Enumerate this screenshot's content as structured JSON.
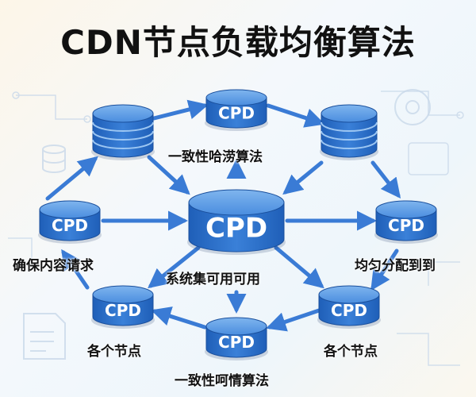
{
  "title": "CDN节点负载均衡算法",
  "colors": {
    "node_body": "#2f6fc8",
    "node_top": "#5a9be6",
    "arrow": "#3a7bd5",
    "text": "#111111"
  },
  "nodes": [
    {
      "id": "top",
      "label": "CPD",
      "kind": "disk"
    },
    {
      "id": "upper-left",
      "label": "",
      "kind": "stack"
    },
    {
      "id": "upper-right",
      "label": "",
      "kind": "stack"
    },
    {
      "id": "center",
      "label": "CPD",
      "kind": "disk"
    },
    {
      "id": "left",
      "label": "CPD",
      "kind": "disk"
    },
    {
      "id": "right",
      "label": "CPD",
      "kind": "disk"
    },
    {
      "id": "lower-left",
      "label": "CPD",
      "kind": "disk"
    },
    {
      "id": "lower-right",
      "label": "CPD",
      "kind": "disk"
    },
    {
      "id": "bottom",
      "label": "CPD",
      "kind": "disk"
    }
  ],
  "labels": {
    "consistent_hash": "一致性哈涝算法",
    "ensure_request": "确保内容请求",
    "system_available": "系统集可用可用",
    "even_distribution": "均匀分配到到",
    "each_node_left": "各个节点",
    "each_node_right": "各个节点",
    "consistent_call": "一致性呵情算法"
  }
}
